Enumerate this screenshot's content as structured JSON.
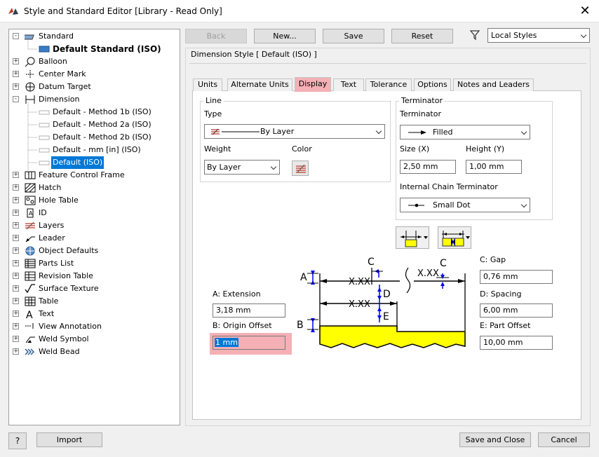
{
  "window": {
    "title": "Style and Standard Editor [Library - Read Only]"
  },
  "tree": [
    {
      "label": "Standard",
      "level": 0,
      "exp": "-"
    },
    {
      "label": "Default Standard (ISO)",
      "level": 1,
      "bold": true
    },
    {
      "label": "Balloon",
      "level": 0,
      "exp": "+"
    },
    {
      "label": "Center Mark",
      "level": 0,
      "exp": "+"
    },
    {
      "label": "Datum Target",
      "level": 0,
      "exp": "+"
    },
    {
      "label": "Dimension",
      "level": 0,
      "exp": "-"
    },
    {
      "label": "Default - Method 1b (ISO)",
      "level": 1
    },
    {
      "label": "Default - Method 2a (ISO)",
      "level": 1
    },
    {
      "label": "Default - Method 2b (ISO)",
      "level": 1
    },
    {
      "label": "Default - mm [in] (ISO)",
      "level": 1
    },
    {
      "label": "Default (ISO)",
      "level": 1,
      "selected": true
    },
    {
      "label": "Feature Control Frame",
      "level": 0,
      "exp": "+"
    },
    {
      "label": "Hatch",
      "level": 0,
      "exp": "+"
    },
    {
      "label": "Hole Table",
      "level": 0,
      "exp": "+"
    },
    {
      "label": "ID",
      "level": 0,
      "exp": "+"
    },
    {
      "label": "Layers",
      "level": 0,
      "exp": "+"
    },
    {
      "label": "Leader",
      "level": 0,
      "exp": "+"
    },
    {
      "label": "Object Defaults",
      "level": 0,
      "exp": "+"
    },
    {
      "label": "Parts List",
      "level": 0,
      "exp": "+"
    },
    {
      "label": "Revision Table",
      "level": 0,
      "exp": "+"
    },
    {
      "label": "Surface Texture",
      "level": 0,
      "exp": "+"
    },
    {
      "label": "Table",
      "level": 0,
      "exp": "+"
    },
    {
      "label": "Text",
      "level": 0,
      "exp": "+"
    },
    {
      "label": "View Annotation",
      "level": 0,
      "exp": "+"
    },
    {
      "label": "Weld Symbol",
      "level": 0,
      "exp": "+"
    },
    {
      "label": "Weld Bead",
      "level": 0,
      "exp": "+"
    }
  ],
  "toolbar": {
    "back": "Back",
    "new": "New...",
    "save": "Save",
    "reset": "Reset",
    "filter": "Local Styles"
  },
  "header": "Dimension Style [ Default (ISO) ]",
  "tabs": [
    "Units",
    "Alternate Units",
    "Display",
    "Text",
    "Tolerance",
    "Options",
    "Notes and Leaders"
  ],
  "line": {
    "group": "Line",
    "type_label": "Type",
    "type_value": "By Layer",
    "weight_label": "Weight",
    "weight_value": "By Layer",
    "color_label": "Color"
  },
  "terminator": {
    "group": "Terminator",
    "label": "Terminator",
    "value": "Filled",
    "size_label": "Size (X)",
    "size_value": "2,50 mm",
    "height_label": "Height (Y)",
    "height_value": "1,00 mm",
    "chain_label": "Internal Chain Terminator",
    "chain_value": "Small Dot"
  },
  "fields": {
    "extension_label": "A: Extension",
    "extension_value": "3,18 mm",
    "origin_label": "B: Origin Offset",
    "origin_value": "1 mm",
    "gap_label": "C: Gap",
    "gap_value": "0,76 mm",
    "spacing_label": "D: Spacing",
    "spacing_value": "6,00 mm",
    "part_label": "E: Part Offset",
    "part_value": "10,00 mm"
  },
  "diagram": {
    "A": "A",
    "B": "B",
    "C": "C",
    "D": "D",
    "E": "E",
    "xx": "X.XX"
  },
  "footer": {
    "help": "?",
    "import": "Import",
    "save_close": "Save and Close",
    "cancel": "Cancel"
  },
  "colors": {
    "selection": "#0078d7",
    "highlight": "#f4b0b5",
    "yellow": "#ffff00",
    "arrow": "#0000ff"
  }
}
